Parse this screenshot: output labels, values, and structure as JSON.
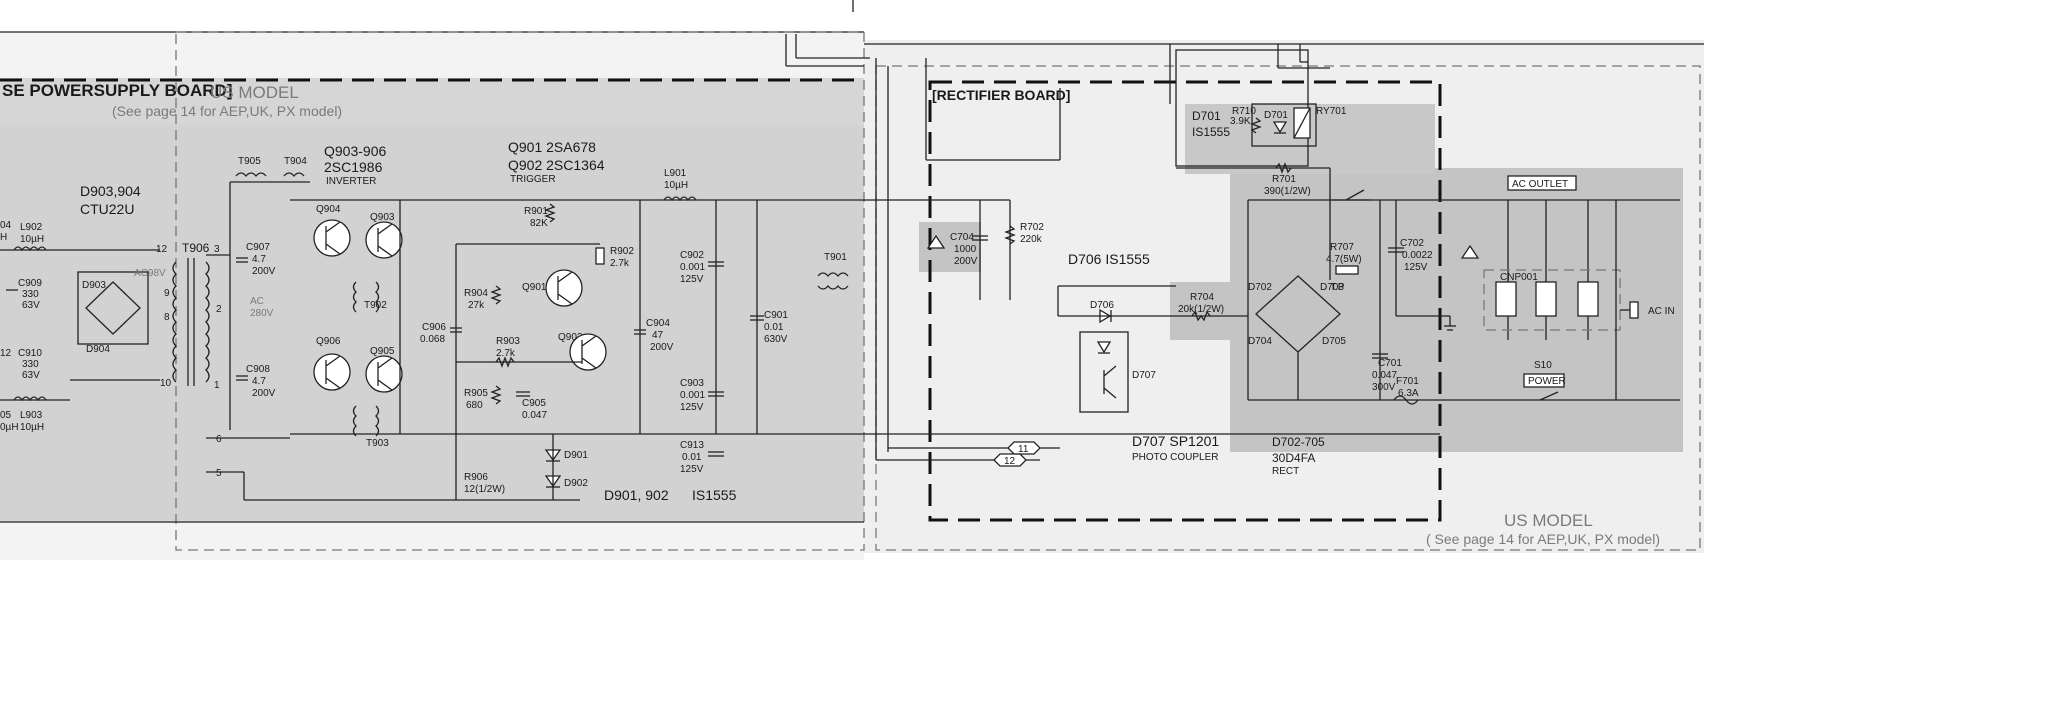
{
  "power_board": {
    "title": "SE POWERSUPPLY BOARD]",
    "model": "US  MODEL",
    "see_note": "(See page 14 for AEP,UK, PX model)",
    "labels": {
      "d903_904": "D903,904",
      "ctu22u": "CTU22U",
      "l902": "L902",
      "l902_val": "10µH",
      "l903": "L903",
      "l903_val": "10µH",
      "c909": "C909",
      "c909_v1": "330",
      "c909_v2": "63V",
      "c910": "C910",
      "c910_v1": "330",
      "c910_v2": "63V",
      "d903": "D903",
      "d904": "D904",
      "ac98v": "AC98V",
      "t906": "T906",
      "t905": "T905",
      "t904": "T904",
      "c907": "C907",
      "c907_v1": "4.7",
      "c907_v2": "200V",
      "c908": "C908",
      "c908_v1": "4.7",
      "c908_v2": "200V",
      "ac280v_1": "AC",
      "ac280v_2": "280V",
      "q903_906": "Q903-906",
      "q_2sc1986": "2SC1986",
      "inverter": "INVERTER",
      "q904": "Q904",
      "q903": "Q903",
      "q906": "Q906",
      "q905": "Q905",
      "t902": "T902",
      "t903": "T903",
      "q901_part": "Q901  2SA678",
      "q902_part": "Q902  2SC1364",
      "trigger": "TRIGGER",
      "r901": "R901",
      "r901_val": "82K",
      "r902": "R902",
      "r902_val": "2.7k",
      "q901": "Q901",
      "q902": "Q902",
      "r904": "R904",
      "r904_val": "27k",
      "r903": "R903",
      "r903_val": "2.7k",
      "r905": "R905",
      "r905_val": "680",
      "c905": "C905",
      "c905_val": "0.047",
      "c906": "C906",
      "c906_val": "0.068",
      "d901": "D901",
      "d902": "D902",
      "r906": "R906",
      "r906_val": "12(1/2W)",
      "l901": "L901",
      "l901_val": "10µH",
      "c902": "C902",
      "c902_v1": "0.001",
      "c902_v2": "125V",
      "c903": "C903",
      "c903_v1": "0.001",
      "c903_v2": "125V",
      "c904": "C904",
      "c904_v1": "47",
      "c904_v2": "200V",
      "c913": "C913",
      "c913_v1": "0.01",
      "c913_v2": "125V",
      "c901": "C901",
      "c901_v1": "0.01",
      "c901_v2": "630V",
      "t901": "T901",
      "d901_902": "D901, 902",
      "is1555": "IS1555",
      "pin12": "12",
      "pin9": "9",
      "pin8": "8",
      "pin10": "10",
      "pin3": "3",
      "pin2": "2",
      "pin1": "1",
      "pin6": "6",
      "pin5": "5",
      "cut_a": "04",
      "cut_b": "H",
      "cut_c": "12",
      "cut_d": "05",
      "cut_e": "0µH"
    }
  },
  "rectifier_board": {
    "title": "[RECTIFIER BOARD]",
    "model": "US  MODEL",
    "see_note": "( See page 14 for AEP,UK, PX model)",
    "labels": {
      "c704": "C704",
      "c704_v1": "1000",
      "c704_v2": "200V",
      "r702": "R702",
      "r702_val": "220k",
      "d706_is": "D706   IS1555",
      "d706": "D706",
      "d707": "D707",
      "d707_part": "D707    SP1201",
      "photo_coupler": "PHOTO COUPLER",
      "r704": "R704",
      "r704_val": "20k(1/2W)",
      "d701_is_a": "D701",
      "d701_is_b": "IS1555",
      "r710": "R710",
      "r710_val": "3.9K",
      "d701": "D701",
      "ry701": "RY701",
      "r701": "R701",
      "r701_val": "390(1/2W)",
      "d702": "D702",
      "d703": "D703",
      "d704": "D704",
      "d705": "D705",
      "r707": "R707",
      "r707_val": "4.7(5W)",
      "tp": "T.P",
      "c702": "C702",
      "c702_v1": "0.0022",
      "c702_v2": "125V",
      "c701": "C701",
      "c701_v1": "0.047",
      "c701_v2": "300V",
      "f701": "F701",
      "f701_val": "6.3A",
      "d702_705": "D702-705",
      "d_30d4fa": "30D4FA",
      "rect": "RECT",
      "ac_outlet": "AC OUTLET",
      "cnp001": "CNP001",
      "s10": "S10",
      "power": "POWER",
      "ac_in": "AC IN",
      "conn11": "11",
      "conn12": "12"
    }
  },
  "colors": {
    "scan_grey": "#d6d6d6",
    "highlight_grey": "#c4c4c4",
    "paper": "#f2f2f2",
    "ink": "#1a1a1a"
  }
}
